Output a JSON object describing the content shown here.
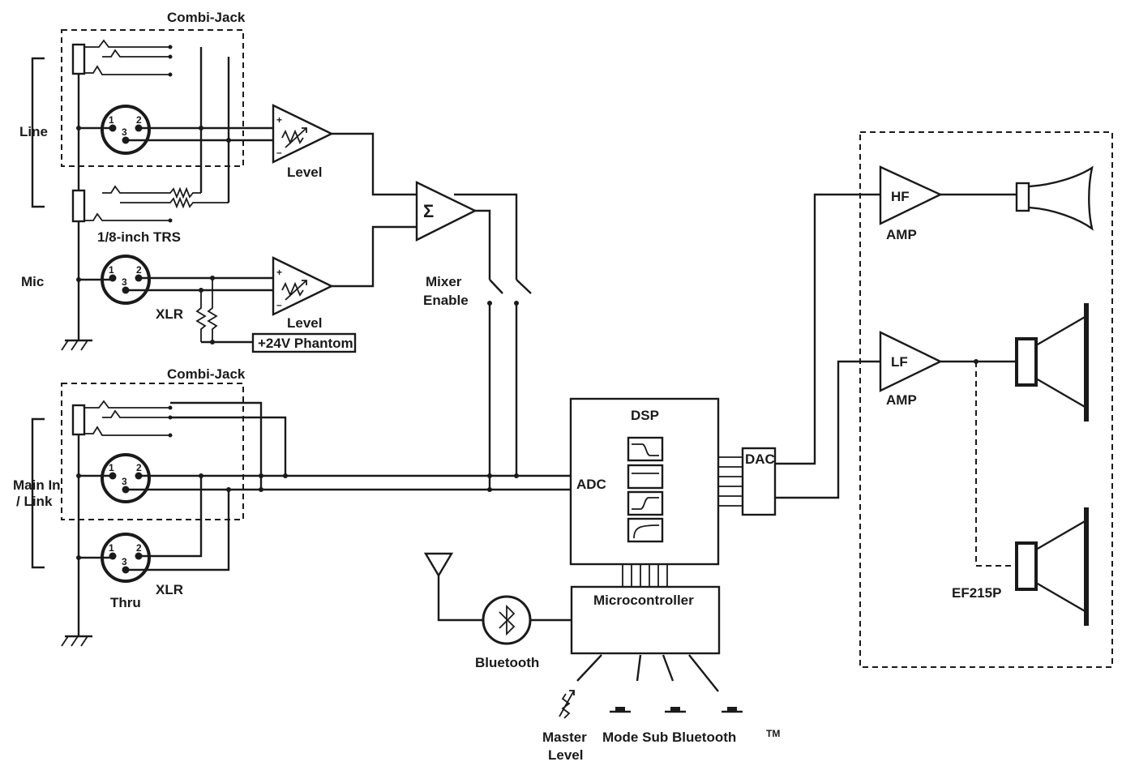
{
  "labels": {
    "combi_jack_top": "Combi-Jack",
    "combi_jack_bottom": "Combi-Jack",
    "line": "Line",
    "trs": "1/8-inch TRS",
    "mic": "Mic",
    "xlr_mic": "XLR",
    "level_line": "Level",
    "level_mic": "Level",
    "phantom": "+24V Phantom",
    "mixer": "Mixer",
    "enable": "Enable",
    "main_in": "Main In",
    "link": "/ Link",
    "thru": "Thru",
    "xlr_thru": "XLR",
    "dsp": "DSP",
    "adc": "ADC",
    "dac": "DAC",
    "microcontroller": "Microcontroller",
    "bluetooth": "Bluetooth",
    "master": "Master",
    "level_master": "Level",
    "buttons": "Mode Sub Bluetooth",
    "tm": "TM",
    "hf": "HF",
    "lf": "LF",
    "amp_hf": "AMP",
    "amp_lf": "AMP",
    "model": "EF215P",
    "sigma": "Σ",
    "pin1": "1",
    "pin2": "2",
    "pin3": "3"
  }
}
